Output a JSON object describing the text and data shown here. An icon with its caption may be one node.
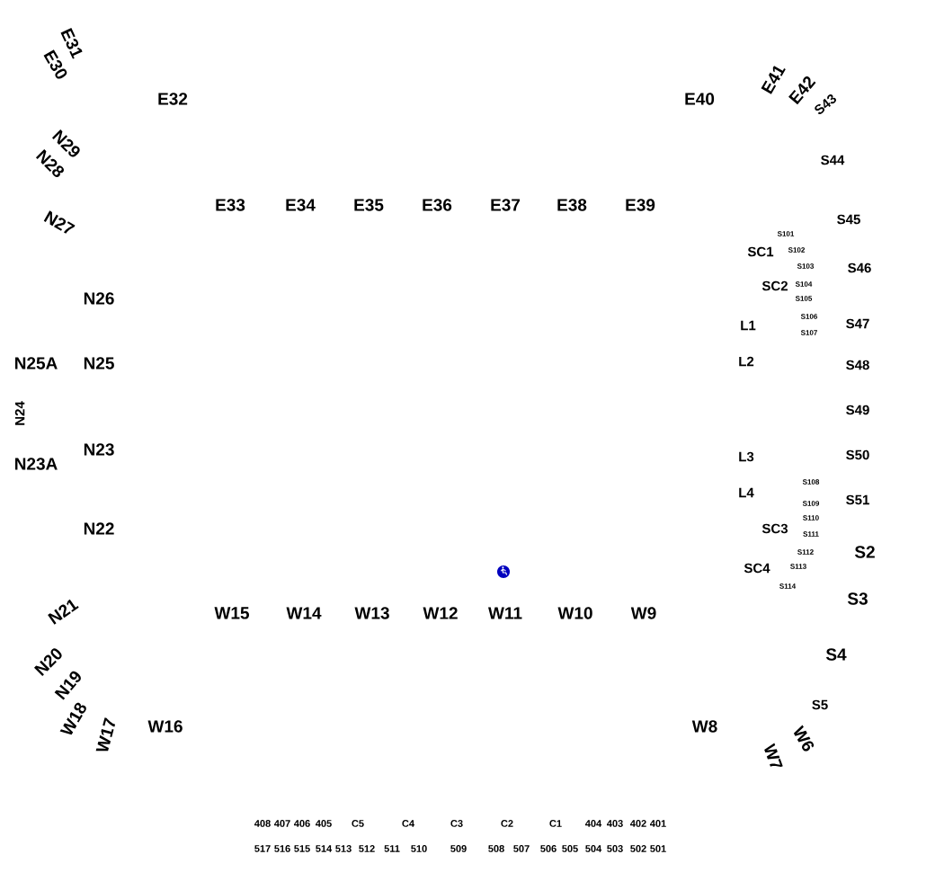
{
  "diagram": {
    "labels": [
      "E31",
      "E30",
      "E32",
      "E40",
      "E41",
      "E42",
      "S43",
      "N29",
      "N28",
      "S44",
      "E33",
      "E34",
      "E35",
      "E36",
      "E37",
      "E38",
      "E39",
      "N27",
      "S45",
      "S101",
      "SC1",
      "S102",
      "S103",
      "S46",
      "SC2",
      "S104",
      "S105",
      "N26",
      "L1",
      "S106",
      "S107",
      "S47",
      "N25A",
      "N25",
      "L2",
      "S48",
      "N24",
      "S49",
      "N23",
      "L3",
      "S50",
      "N23A",
      "S108",
      "L4",
      "S51",
      "S109",
      "S110",
      "N22",
      "SC3",
      "S111",
      "S2",
      "S112",
      "SC4",
      "S113",
      "S114",
      "N21",
      "S3",
      "W15",
      "W14",
      "W13",
      "W12",
      "W11",
      "W10",
      "W9",
      "N20",
      "N19",
      "S4",
      "S5",
      "W18",
      "W17",
      "W16",
      "W8",
      "W6",
      "W7",
      "408",
      "407",
      "406",
      "405",
      "C5",
      "C4",
      "C3",
      "C2",
      "C1",
      "404",
      "403",
      "402",
      "401",
      "517",
      "516",
      "515",
      "514",
      "513",
      "512",
      "511",
      "510",
      "509",
      "508",
      "507",
      "506",
      "505",
      "504",
      "503",
      "502",
      "501"
    ]
  }
}
